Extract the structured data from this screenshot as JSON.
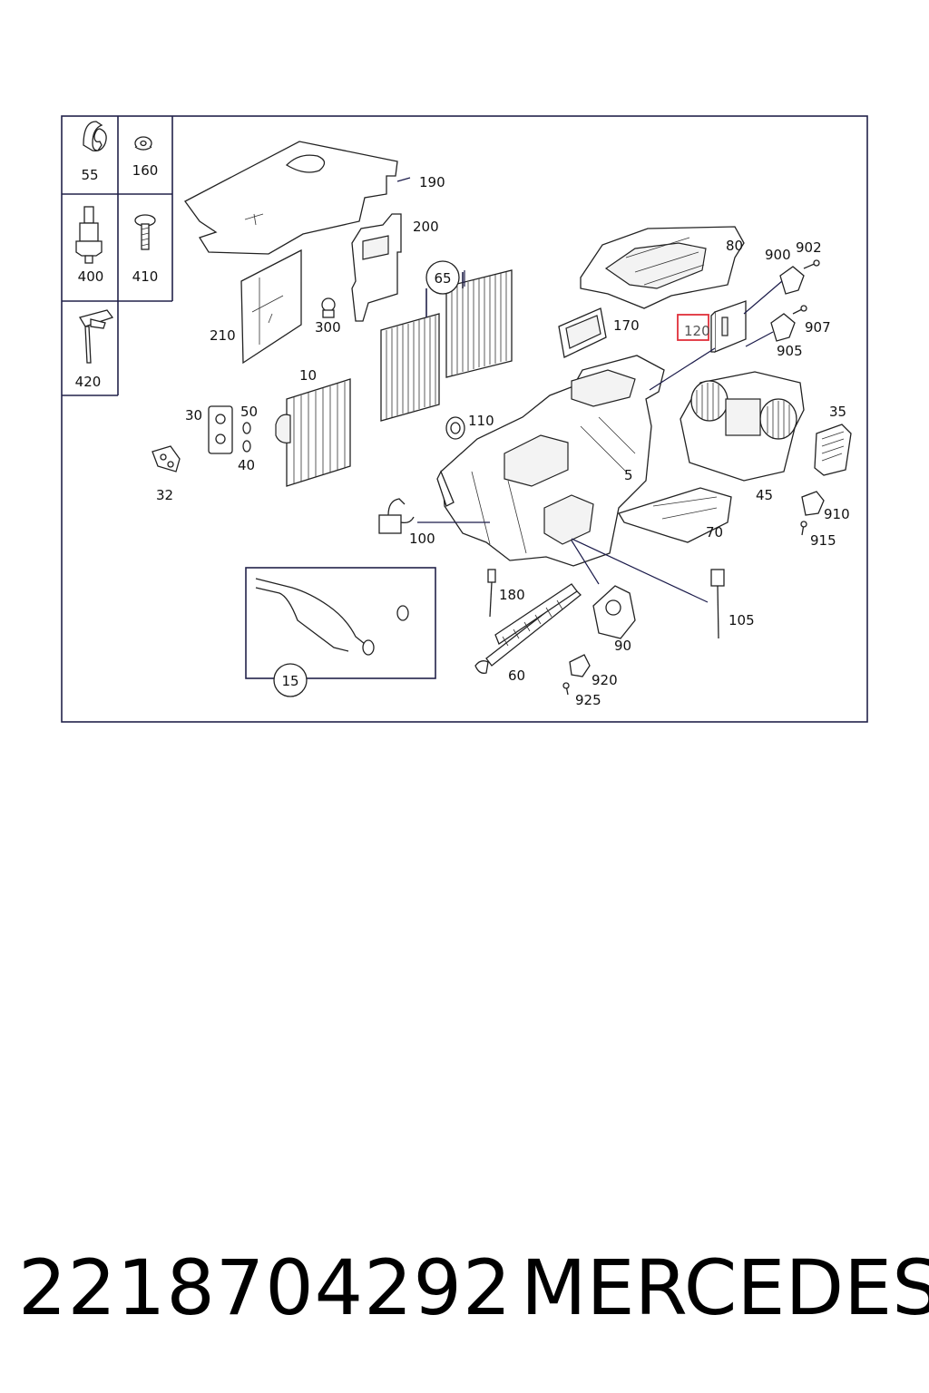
{
  "diagram": {
    "callouts": {
      "c55": "55",
      "c160": "160",
      "c400": "400",
      "c410": "410",
      "c420": "420",
      "c190": "190",
      "c200": "200",
      "c65": "65",
      "c210": "210",
      "c300": "300",
      "c80": "80",
      "c900": "900",
      "c902": "902",
      "c907": "907",
      "c905": "905",
      "c170": "170",
      "c120": "120",
      "c10": "10",
      "c30": "30",
      "c50": "50",
      "c40": "40",
      "c32": "32",
      "c110": "110",
      "c5": "5",
      "c35": "35",
      "c45": "45",
      "c910": "910",
      "c915": "915",
      "c70": "70",
      "c100": "100",
      "c180": "180",
      "c105": "105",
      "c90": "90",
      "c920": "920",
      "c925": "925",
      "c60": "60",
      "c15": "15"
    },
    "highlighted_callout": "120",
    "highlight_color": "#e0303a",
    "frame_color": "#22224a"
  },
  "footer": {
    "part_number": "2218704292",
    "brand": "MERCEDES"
  }
}
